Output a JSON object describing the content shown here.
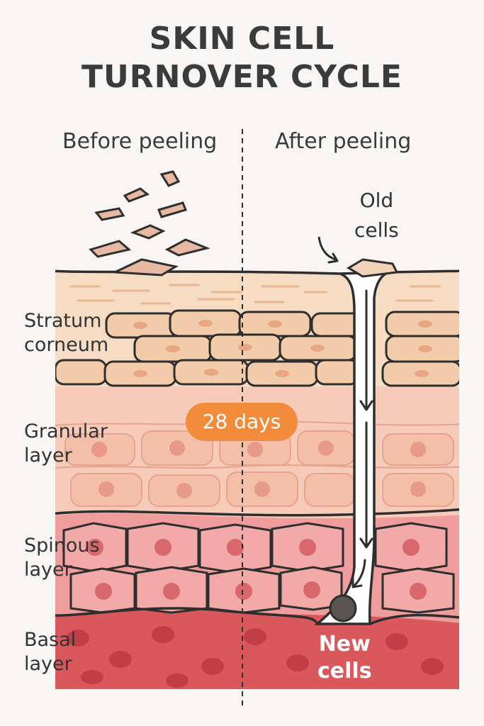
{
  "title": {
    "line1": "SKIN CELL",
    "line2": "TURNOVER CYCLE"
  },
  "columns": {
    "before": "Before peeling",
    "after": "After peeling"
  },
  "annotations": {
    "old_cells": [
      "Old",
      "cells"
    ],
    "new_cells": [
      "New",
      "cells"
    ],
    "duration": "28 days"
  },
  "layers": [
    {
      "name": [
        "Stratum",
        "corneum"
      ],
      "color": "#f3d2b3"
    },
    {
      "name": [
        "Granular",
        "layer"
      ],
      "color": "#f4c2ad"
    },
    {
      "name": [
        "Spinous",
        "layer"
      ],
      "color": "#ef9c9c"
    },
    {
      "name": [
        "Basal",
        "layer"
      ],
      "color": "#d9585c"
    }
  ],
  "colors": {
    "badge": "#f28c3a",
    "outline": "#2e2e2e",
    "background": "#f7f6f4"
  }
}
